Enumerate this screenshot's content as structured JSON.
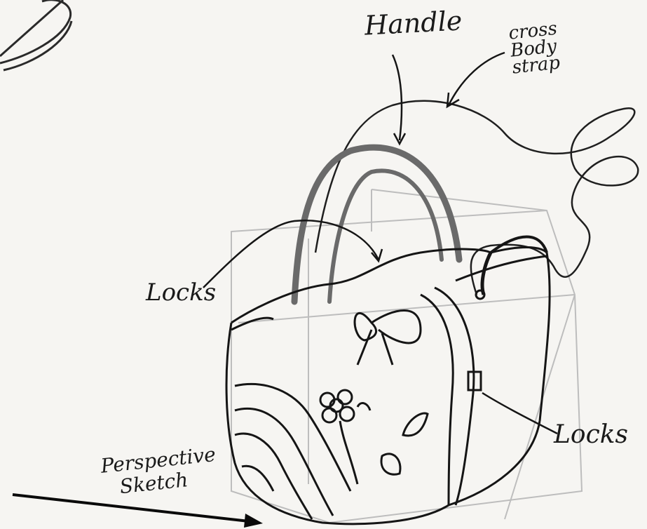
{
  "labels": {
    "handle": "Handle",
    "strap_line1": "cross",
    "strap_line2": "Body",
    "strap_line3": "strap",
    "locks_left": "Locks",
    "locks_right": "Locks",
    "perspective_line1": "Perspective",
    "perspective_line2": "Sketch"
  },
  "colors": {
    "ink": "#1a1a1a",
    "pencil": "#555555",
    "faint": "#b8b8b8",
    "paper": "#f6f5f2"
  }
}
